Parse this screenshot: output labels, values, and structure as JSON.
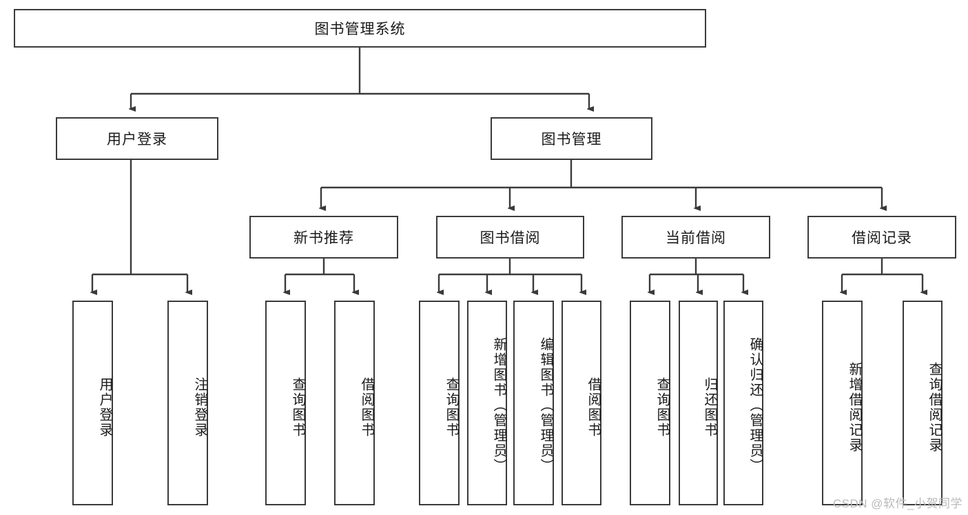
{
  "diagram": {
    "type": "hierarchy-tree",
    "title": "图书管理系统",
    "watermark": "CSDN @软件_小贺同学",
    "colors": {
      "box_border": "#3a3a3a",
      "box_fill": "#ffffff",
      "line": "#3a3a3a",
      "text": "#1a1a1a",
      "watermark": "#b9b9b9"
    },
    "root": {
      "label": "图书管理系统"
    },
    "level2": [
      {
        "label": "用户登录"
      },
      {
        "label": "图书管理"
      }
    ],
    "level3": [
      {
        "label": "新书推荐"
      },
      {
        "label": "图书借阅"
      },
      {
        "label": "当前借阅"
      },
      {
        "label": "借阅记录"
      }
    ],
    "leaves": {
      "user_login": [
        {
          "label": "用户登录"
        },
        {
          "label": "注销登录"
        }
      ],
      "new_book_recommend": [
        {
          "label": "查询图书"
        },
        {
          "label": "借阅图书"
        }
      ],
      "book_borrow": [
        {
          "label": "查询图书"
        },
        {
          "label": "新增图书（管理员）"
        },
        {
          "label": "编辑图书（管理员）"
        },
        {
          "label": "借阅图书"
        }
      ],
      "current_borrow": [
        {
          "label": "查询图书"
        },
        {
          "label": "归还图书"
        },
        {
          "label": "确认归还（管理员）"
        }
      ],
      "borrow_record": [
        {
          "label": "新增借阅记录"
        },
        {
          "label": "查询借阅记录"
        }
      ]
    }
  }
}
